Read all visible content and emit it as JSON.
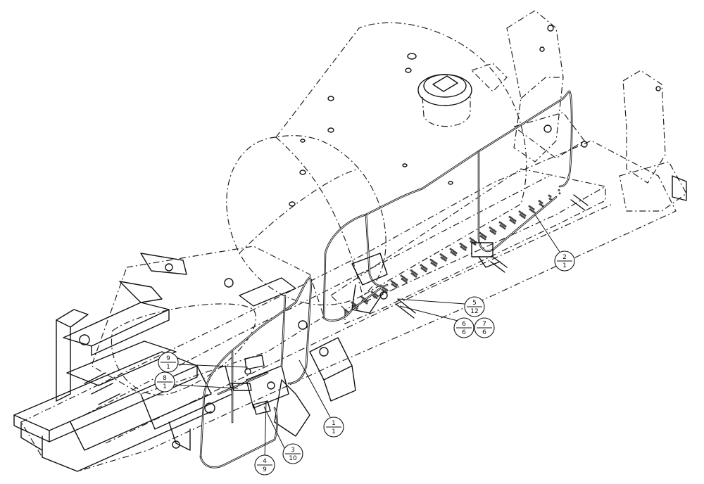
{
  "diagram": {
    "type": "exploded-parts-assembly",
    "callouts": [
      {
        "id": "callout-1",
        "item": "1",
        "qty": "1"
      },
      {
        "id": "callout-2",
        "item": "2",
        "qty": "1"
      },
      {
        "id": "callout-3",
        "item": "3",
        "qty": "10"
      },
      {
        "id": "callout-4",
        "item": "4",
        "qty": "9"
      },
      {
        "id": "callout-5",
        "item": "5",
        "qty": "12"
      },
      {
        "id": "callout-6",
        "item": "6",
        "qty": "6"
      },
      {
        "id": "callout-7",
        "item": "7",
        "qty": "6"
      },
      {
        "id": "callout-8",
        "item": "8",
        "qty": "1"
      },
      {
        "id": "callout-9",
        "item": "9",
        "qty": "1"
      }
    ]
  }
}
